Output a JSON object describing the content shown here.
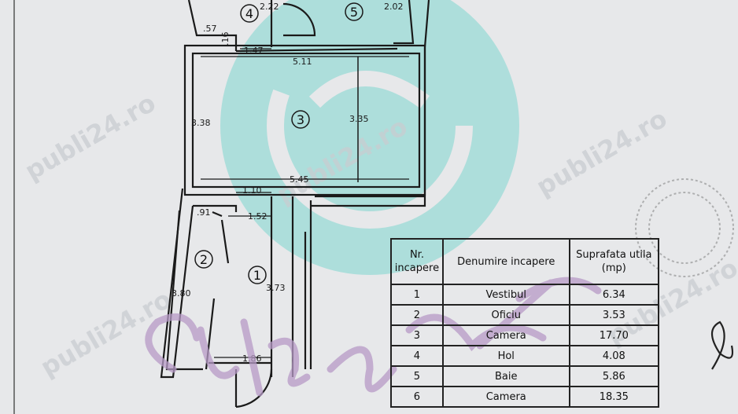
{
  "plan": {
    "rooms": [
      {
        "num": "1"
      },
      {
        "num": "2"
      },
      {
        "num": "3"
      },
      {
        "num": "4"
      },
      {
        "num": "5"
      }
    ],
    "dimensions": {
      "d_222": "2.22",
      "d_202": "2.02",
      "d_57": ".57",
      "d_16": ".16",
      "d_147": "1.47",
      "d_511": "5.11",
      "d_338": "3.38",
      "d_335": "3.35",
      "d_545": "5.45",
      "d_110": "1.10",
      "d_91": ".91",
      "d_152": "1.52",
      "d_380": "3.80",
      "d_373": "3.73",
      "d_186": "1.86"
    },
    "watermark_text": "publi24.ro"
  },
  "legend": {
    "headers": {
      "nr": "Nr. incapere",
      "name": "Denumire incapere",
      "area": "Suprafata utila (mp)"
    },
    "rows": [
      {
        "nr": "1",
        "name": "Vestibul",
        "area": "6.34"
      },
      {
        "nr": "2",
        "name": "Oficiu",
        "area": "3.53"
      },
      {
        "nr": "3",
        "name": "Camera",
        "area": "17.70"
      },
      {
        "nr": "4",
        "name": "Hol",
        "area": "4.08"
      },
      {
        "nr": "5",
        "name": "Baie",
        "area": "5.86"
      },
      {
        "nr": "6",
        "name": "Camera",
        "area": "18.35"
      }
    ]
  },
  "colors": {
    "paper": "#e7e8ea",
    "ink": "#1a1a1a",
    "teal_watermark": "#7fd6cf",
    "purple_watermark": "#b79ac6"
  }
}
